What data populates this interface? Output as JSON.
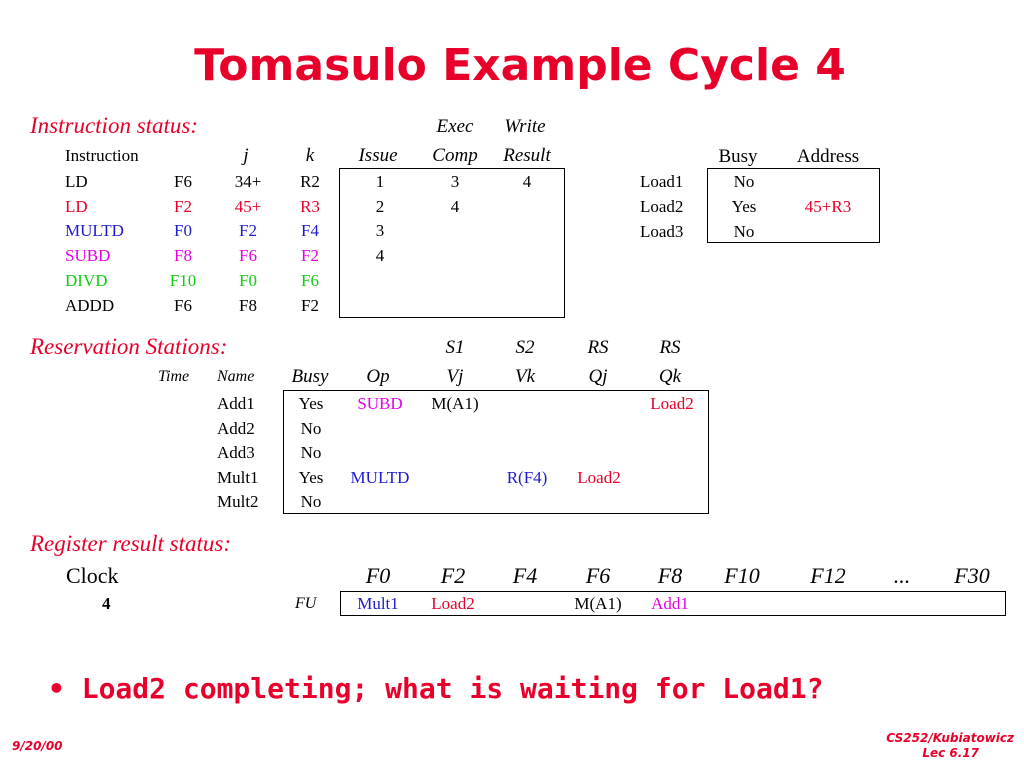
{
  "slide": {
    "title": "Tomasulo Example Cycle 4",
    "bullet_mark": "•",
    "bullet_text": "Load2 completing; what is waiting for Load1?",
    "footer_date": "9/20/00",
    "footer_course": "CS252/Kubiatowicz",
    "footer_lecture": "Lec 6.17"
  },
  "instruction_status": {
    "section_label": "Instruction status:",
    "group_headers": {
      "exec": "Exec",
      "write": "Write"
    },
    "columns": {
      "instruction": "Instruction",
      "j": "j",
      "k": "k",
      "issue": "Issue",
      "comp": "Comp",
      "result": "Result"
    },
    "rows": [
      {
        "op": "LD",
        "dest": "F6",
        "j": "34+",
        "k": "R2",
        "issue": "1",
        "comp": "3",
        "result": "4",
        "color": "black"
      },
      {
        "op": "LD",
        "dest": "F2",
        "j": "45+",
        "k": "R3",
        "issue": "2",
        "comp": "4",
        "result": "",
        "color": "red"
      },
      {
        "op": "MULTD",
        "dest": "F0",
        "j": "F2",
        "k": "F4",
        "issue": "3",
        "comp": "",
        "result": "",
        "color": "blue"
      },
      {
        "op": "SUBD",
        "dest": "F8",
        "j": "F6",
        "k": "F2",
        "issue": "4",
        "comp": "",
        "result": "",
        "color": "magenta"
      },
      {
        "op": "DIVD",
        "dest": "F10",
        "j": "F0",
        "k": "F6",
        "issue": "",
        "comp": "",
        "result": "",
        "color": "green"
      },
      {
        "op": "ADDD",
        "dest": "F6",
        "j": "F8",
        "k": "F2",
        "issue": "",
        "comp": "",
        "result": "",
        "color": "black"
      }
    ]
  },
  "load_buffers": {
    "columns": {
      "busy": "Busy",
      "address": "Address"
    },
    "rows": [
      {
        "name": "Load1",
        "busy": "No",
        "address": ""
      },
      {
        "name": "Load2",
        "busy": "Yes",
        "address": "45+R3",
        "address_color": "red"
      },
      {
        "name": "Load3",
        "busy": "No",
        "address": ""
      }
    ]
  },
  "reservation_stations": {
    "section_label": "Reservation Stations:",
    "group_headers": {
      "s1": "S1",
      "s2": "S2",
      "rs_j": "RS",
      "rs_k": "RS"
    },
    "columns": {
      "time": "Time",
      "name": "Name",
      "busy": "Busy",
      "op": "Op",
      "vj": "Vj",
      "vk": "Vk",
      "qj": "Qj",
      "qk": "Qk"
    },
    "rows": [
      {
        "name": "Add1",
        "busy": "Yes",
        "op": "SUBD",
        "op_color": "magenta",
        "vj": "M(A1)",
        "vk": "",
        "qj": "",
        "qk": "Load2"
      },
      {
        "name": "Add2",
        "busy": "No",
        "op": "",
        "vj": "",
        "vk": "",
        "qj": "",
        "qk": ""
      },
      {
        "name": "Add3",
        "busy": "No",
        "op": "",
        "vj": "",
        "vk": "",
        "qj": "",
        "qk": ""
      },
      {
        "name": "Mult1",
        "busy": "Yes",
        "op": "MULTD",
        "op_color": "blue",
        "vj": "",
        "vk": "R(F4)",
        "qj": "Load2",
        "qk": ""
      },
      {
        "name": "Mult2",
        "busy": "No",
        "op": "",
        "vj": "",
        "vk": "",
        "qj": "",
        "qk": ""
      }
    ]
  },
  "register_status": {
    "section_label": "Register result status:",
    "clock_label": "Clock",
    "clock_value": "4",
    "fu_label": "FU",
    "registers": [
      "F0",
      "F2",
      "F4",
      "F6",
      "F8",
      "F10",
      "F12",
      "...",
      "F30"
    ],
    "values": [
      {
        "text": "Mult1",
        "color": "blue"
      },
      {
        "text": "Load2",
        "color": "red"
      },
      {
        "text": "",
        "color": "black"
      },
      {
        "text": "M(A1)",
        "color": "black"
      },
      {
        "text": "Add1",
        "color": "magenta"
      },
      {
        "text": "",
        "color": "black"
      },
      {
        "text": "",
        "color": "black"
      },
      {
        "text": "",
        "color": "black"
      },
      {
        "text": "",
        "color": "black"
      }
    ]
  },
  "colors": {
    "red": "#e8002a",
    "blue": "#1c1ccc",
    "magenta": "#e600e6",
    "green": "#12cc12",
    "black": "#000000"
  }
}
